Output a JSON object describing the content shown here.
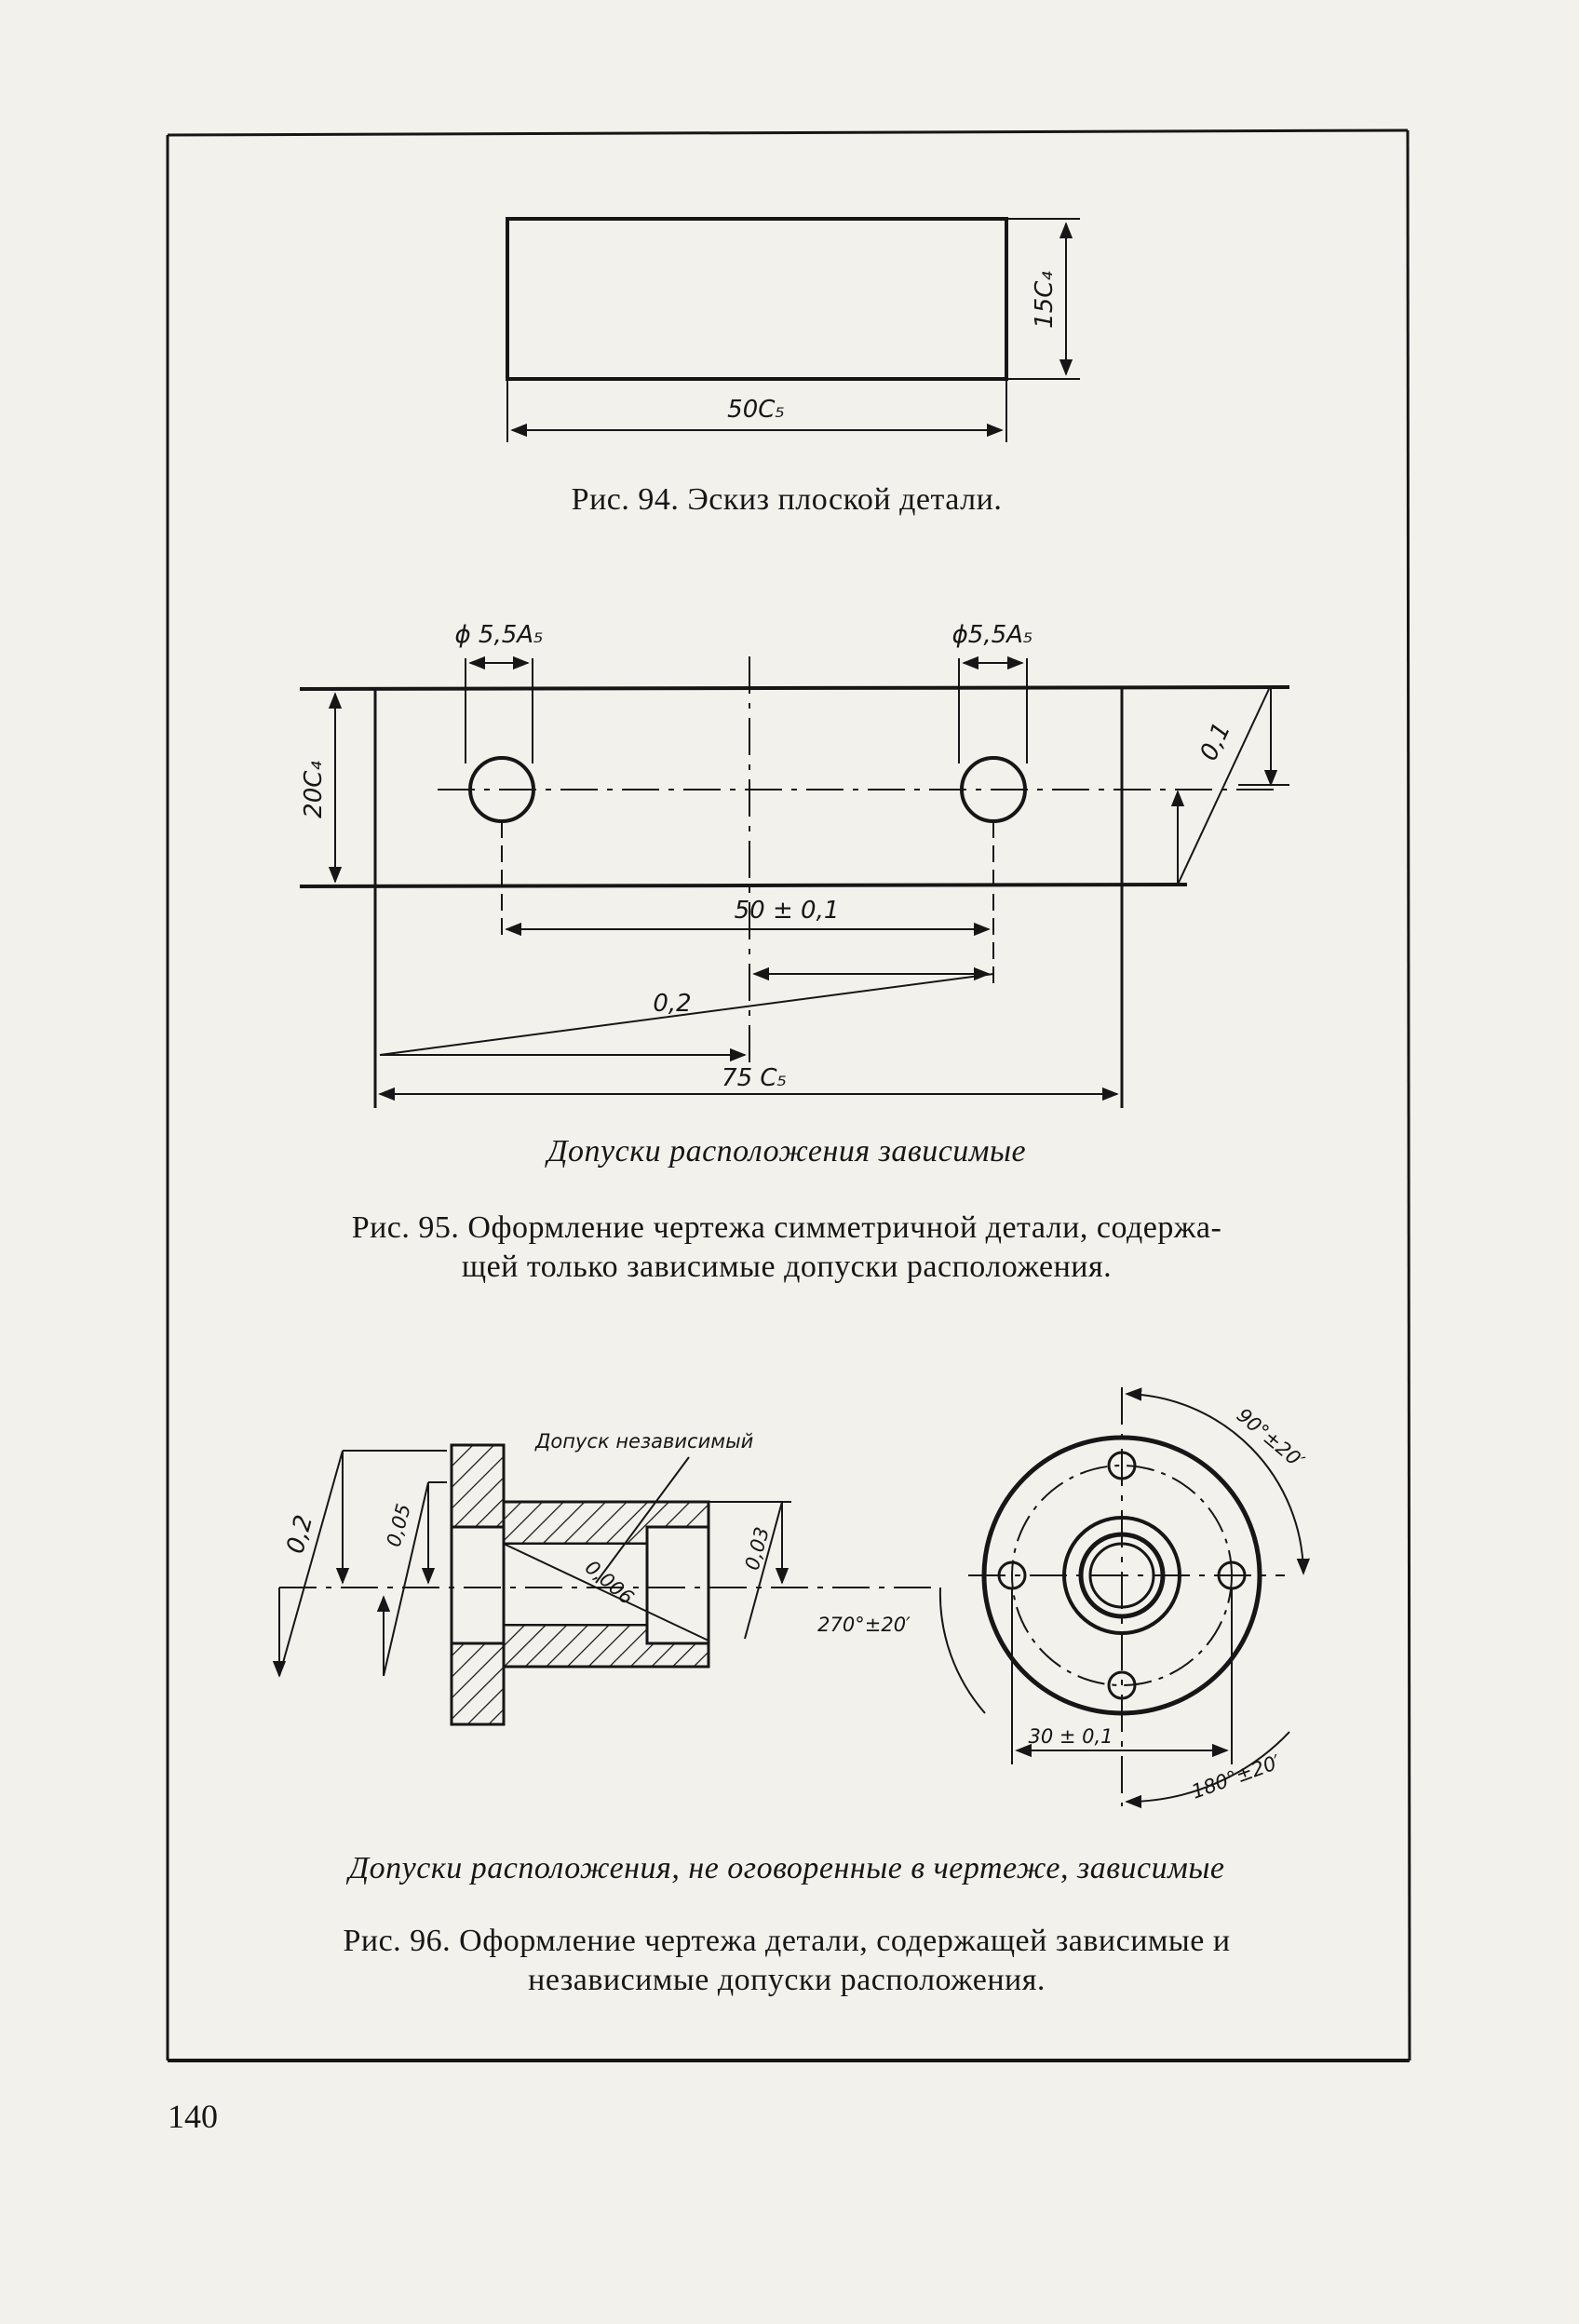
{
  "figures": [
    {
      "caption": "Рис. 94. Эскиз плоской детали.",
      "dims": {
        "height": "15С₄",
        "width": "50С₅"
      }
    },
    {
      "subtitle": "Допуски расположения зависимые",
      "caption_line1": "Рис. 95. Оформление чертежа симметричной детали, содержа-",
      "caption_line2": "щей только зависимые допуски расположения.",
      "dims": {
        "hole_left": "ϕ 5,5А₅",
        "hole_right": "ϕ5,5А₅",
        "height": "20С₄",
        "tolerance_right": "0,1",
        "center_distance": "50 ± 0,1",
        "tolerance_bottom": "0,2",
        "width": "75 С₅"
      }
    },
    {
      "subtitle": "Допуски расположения, не оговоренные в чертеже, зависимые",
      "caption_line1": "Рис. 96. Оформление чертежа детали, содержащей зависимые и",
      "caption_line2": "независимые допуски расположения.",
      "dims": {
        "independent_note": "Допуск независимый",
        "tol_02": "0,2",
        "tol_005": "0,05",
        "tol_0006": "0,006",
        "tol_003": "0,03",
        "angle_90": "90°±20′",
        "angle_270": "270°±20′",
        "dist_30": "30 ± 0,1",
        "angle_180": "180°±20′"
      }
    }
  ],
  "page_number": "140"
}
